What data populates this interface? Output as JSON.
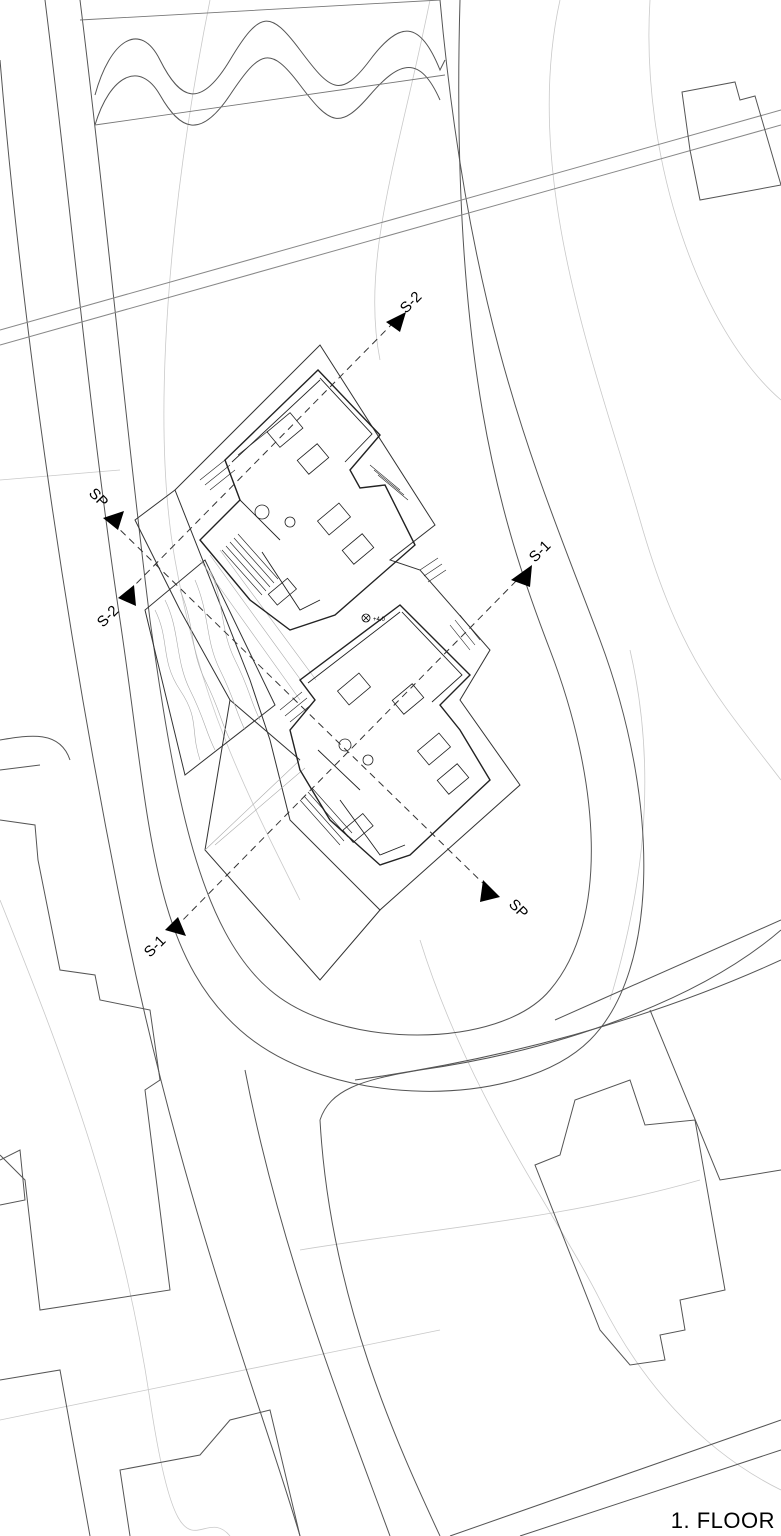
{
  "title": "1. FLOOR",
  "level_marker": "+4.0",
  "section_markers": {
    "s2_top": "S-2",
    "s2_left": "S-2",
    "sp_top": "SP",
    "sp_bottom": "SP",
    "s1_top": "S-1",
    "s1_bottom": "S-1"
  }
}
